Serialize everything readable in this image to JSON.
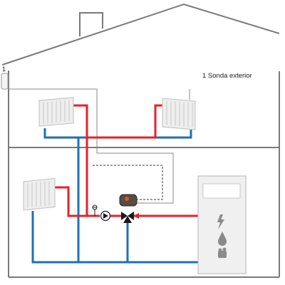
{
  "labels": {
    "sensor_number": "1",
    "sensor_legend": "1 Sonda exterior"
  },
  "colors": {
    "house_outline": "#7a7a7a",
    "supply_pipe": "#e8202a",
    "return_pipe": "#1f6fb8",
    "wiring": "#8a8a8a",
    "control_line": "#333333",
    "radiator_fill": "#eeeeee",
    "boiler_fill": "#f0f0f0",
    "boiler_icons": "#8a8a8a"
  },
  "components": {
    "radiators": [
      "upper-left",
      "upper-right",
      "lower-left"
    ],
    "boiler_icons": [
      "lightning-icon",
      "water-drop-icon",
      "fuel-icon"
    ]
  }
}
